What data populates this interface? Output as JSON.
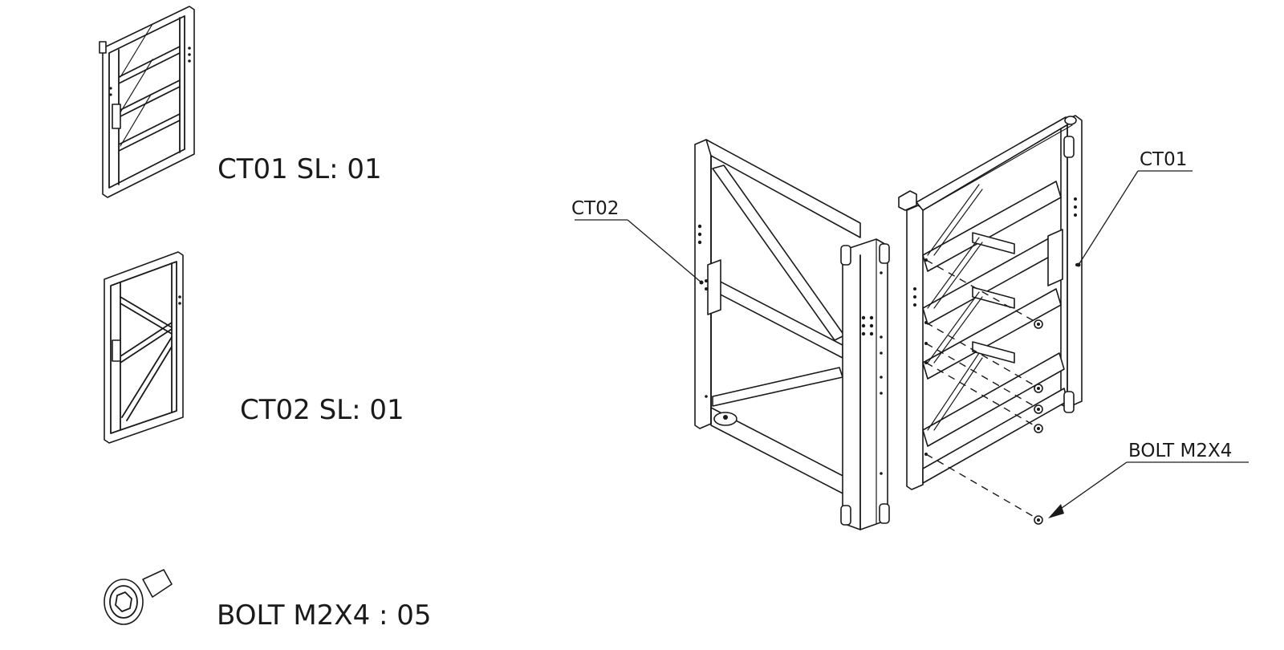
{
  "bom": [
    {
      "label": "CT01 SL: 01"
    },
    {
      "label": "CT02 SL: 01"
    },
    {
      "label": "BOLT M2X4 : 05"
    }
  ],
  "callouts": {
    "ct01": "CT01",
    "ct02": "CT02",
    "bolt": "BOLT M2X4"
  }
}
